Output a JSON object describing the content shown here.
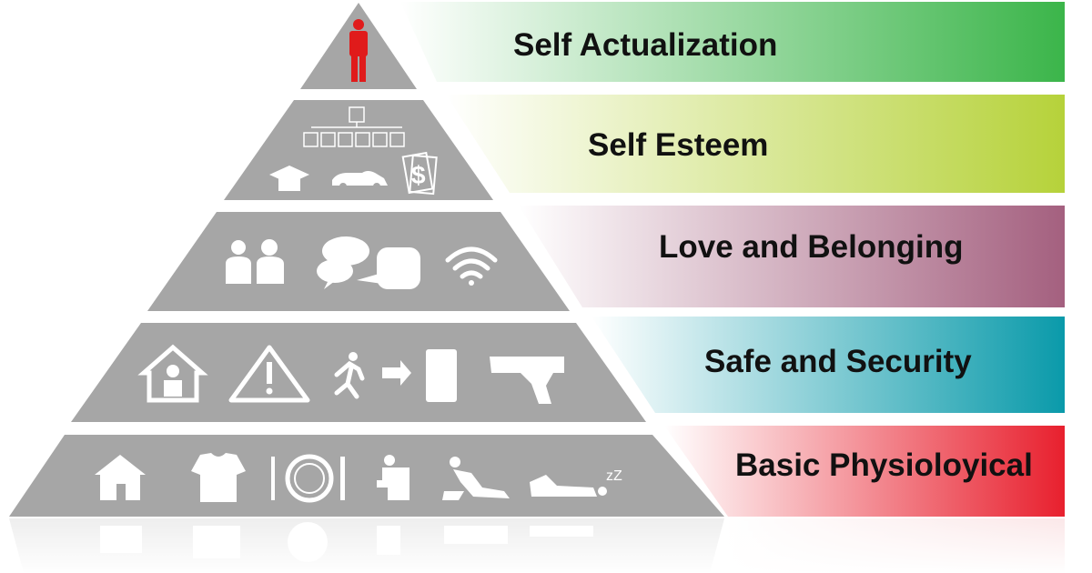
{
  "diagram": {
    "levels": [
      {
        "label": "Self Actualization",
        "color": "#3bb54a"
      },
      {
        "label": "Self Esteem",
        "color": "#b6d23a"
      },
      {
        "label": "Love and Belonging",
        "color": "#a4607f"
      },
      {
        "label": "Safe and Security",
        "color": "#0a9aaa"
      },
      {
        "label": "Basic Physioloyical",
        "color": "#e8202e"
      }
    ],
    "pyramid_color": "#a6a6a6",
    "accent_person_color": "#e01b1b",
    "icons": {
      "self_actualization": [
        "person-icon"
      ],
      "self_esteem": [
        "org-chart-icon",
        "graduation-cap-icon",
        "car-icon",
        "money-icon"
      ],
      "love_and_belonging": [
        "couple-icon",
        "chat-bubbles-icon",
        "bird-icon",
        "wifi-icon"
      ],
      "safe_and_security": [
        "guard-house-icon",
        "warning-icon",
        "exit-icon",
        "gun-icon"
      ],
      "basic_physiological": [
        "house-icon",
        "shirt-icon",
        "plate-icon",
        "toilet-icon",
        "intimacy-icon",
        "sleep-icon"
      ]
    },
    "sleep_text": "zZ"
  }
}
